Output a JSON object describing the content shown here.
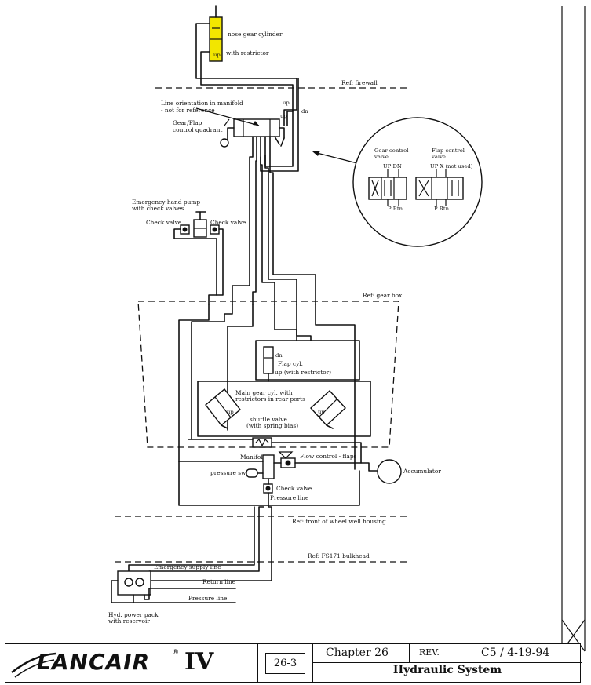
{
  "labels": {
    "nose_gear_cylinder": "nose gear cylinder",
    "with_restrictor": "with restrictor",
    "up": "up",
    "dn": "dn",
    "ref_firewall": "Ref: firewall",
    "line_orientation_1": "Line orientation in manifold",
    "line_orientation_2": "- not for reference",
    "gear_flap_1": "Gear/Flap",
    "gear_flap_2": "control quadrant",
    "gear_control_1": "Gear control",
    "gear_control_2": "valve",
    "gear_updn": "UP DN",
    "flap_control_1": "Flap control",
    "flap_control_2": "valve",
    "flap_upx": "UP X (not used)",
    "p_rtn": "P  Rtn",
    "emergency_pump_1": "Emergency hand pump",
    "emergency_pump_2": "with check valves",
    "check_valve": "Check valve",
    "check_valve_lc": "Check valve",
    "ref_gear_box": "Ref: gear box",
    "flap_dn": "dn",
    "flap_cyl": "Flap cyl.",
    "flap_up_restrictor": "up (with restrictor)",
    "main_gear_1": "Main gear cyl. with",
    "main_gear_2": "restrictors in rear ports",
    "shuttle_valve_1": "shuttle valve",
    "shuttle_valve_2": "(with spring bias)",
    "manifold": "Manifold",
    "flow_control": "Flow control - flaps",
    "accumulator": "Accumulator",
    "pressure_sw": "pressure sw.",
    "pressure_line": "Pressure line",
    "ref_wheel_well": "Ref: front of wheel well housing",
    "ref_fs171": "Ref: FS171 bulkhead",
    "emergency_supply": "Emergency supply line",
    "return_line": "Return line",
    "pressure_line_2": "Pressure line",
    "power_pack_1": "Hyd. power pack",
    "power_pack_2": "with reservoir"
  },
  "title_block": {
    "brand": "LANCAIR",
    "registered": "®",
    "model": "IV",
    "page": "26-3",
    "chapter": "Chapter 26",
    "rev_label": "REV.",
    "rev_value": "C5 / 4-19-94",
    "system": "Hydraulic System"
  },
  "colors": {
    "nose_cylinder_highlight": "#f2e600",
    "line": "#111111",
    "background": "#ffffff"
  }
}
